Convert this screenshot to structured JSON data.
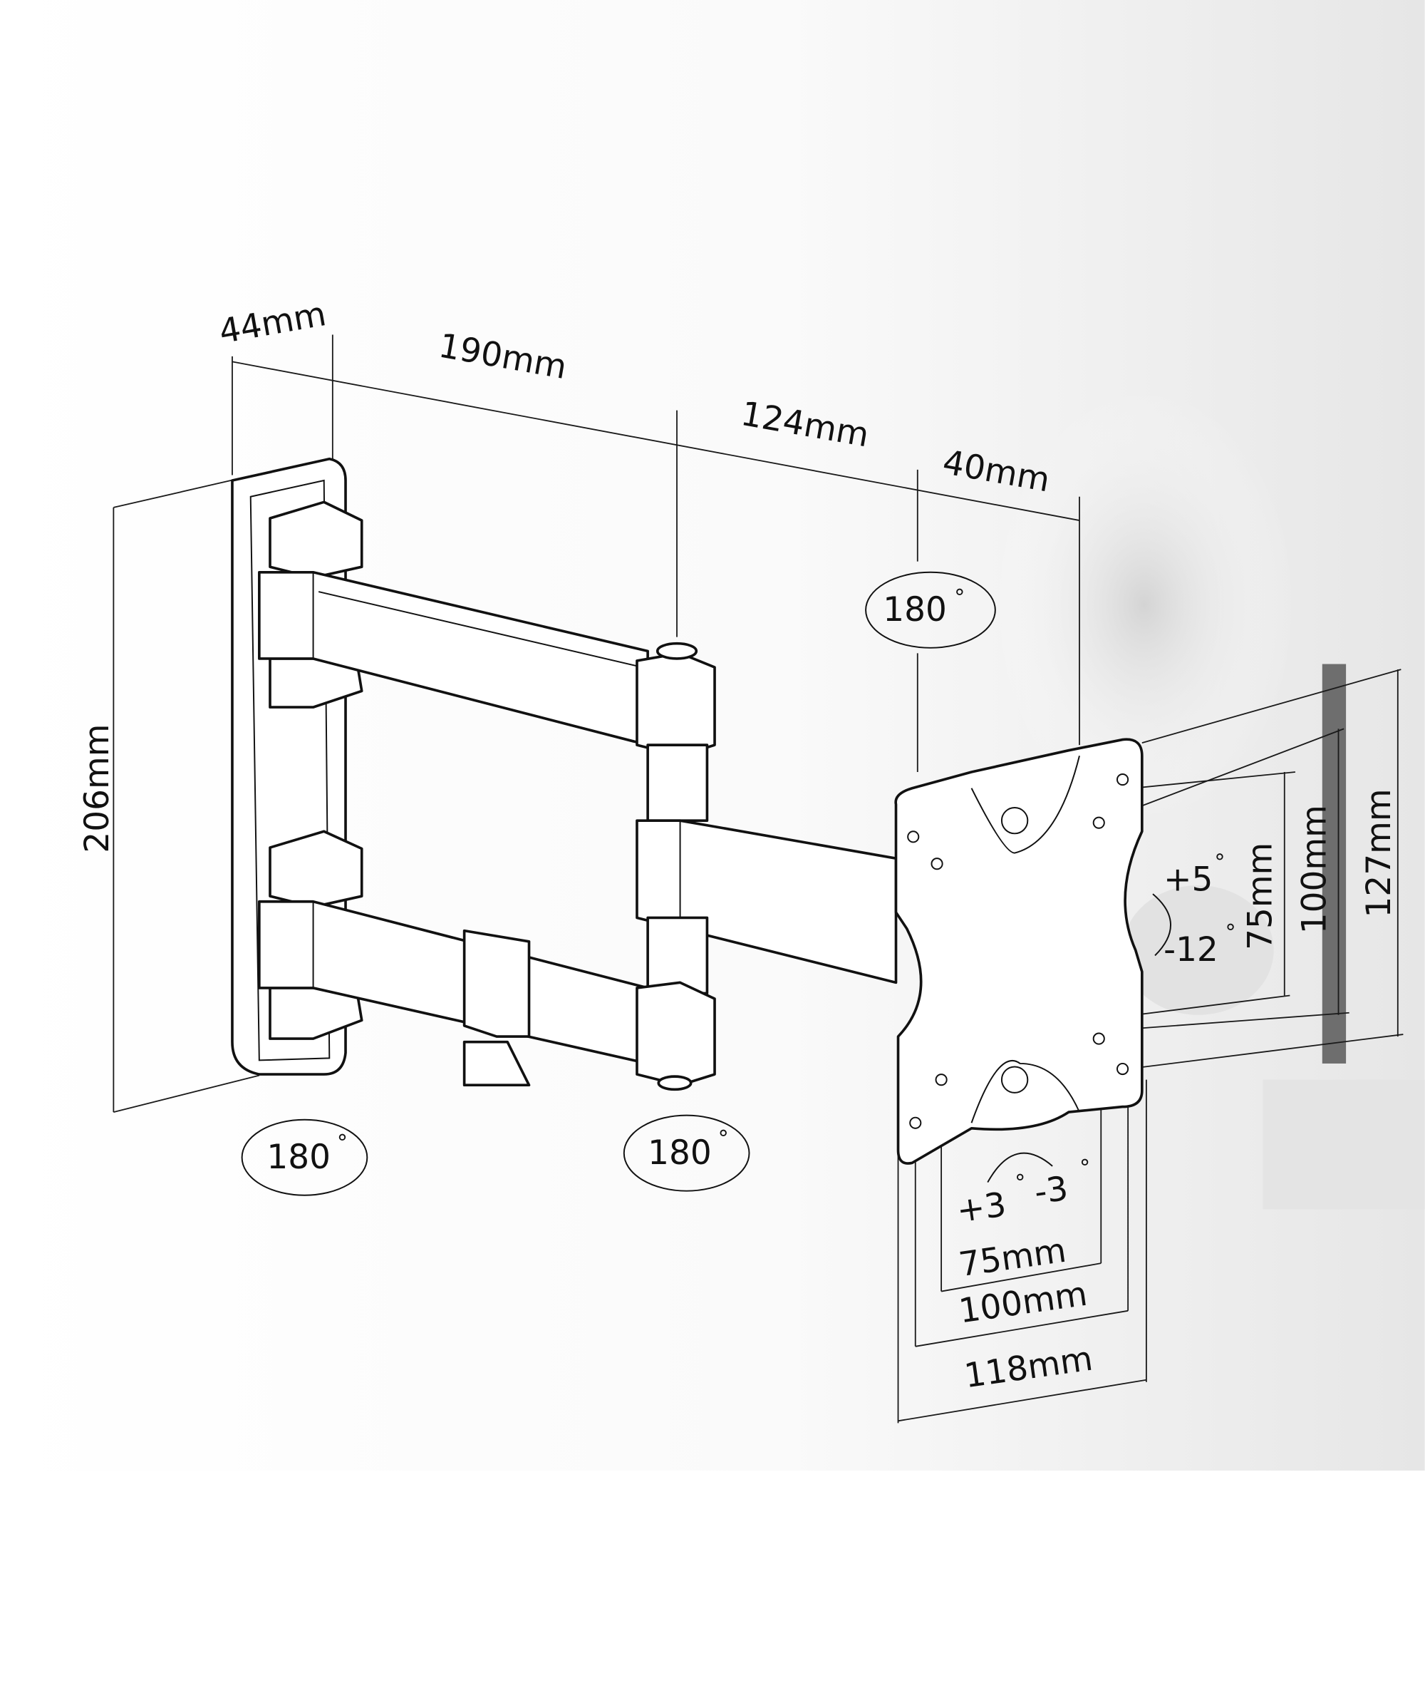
{
  "title": "Full-motion TV wall mount dimension diagram",
  "dimensions": {
    "wall_plate_depth": "44mm",
    "arm_1": "190mm",
    "arm_2": "124mm",
    "head": "40mm",
    "height": "206mm",
    "vesa_h_75": "75mm",
    "vesa_h_100": "100mm",
    "plate_width": "118mm",
    "vesa_v_75": "75mm",
    "vesa_v_100": "100mm",
    "plate_height": "127mm"
  },
  "rotations": {
    "head_swivel": "180",
    "wall_swivel": "180",
    "elbow_swivel": "180",
    "degree_symbol": "°",
    "tilt_up": "+5",
    "tilt_down": "-12",
    "rotate_plus": "+3",
    "rotate_minus": "-3"
  },
  "colors": {
    "line": "#111111",
    "background": "#ffffff",
    "photo": "#d9d9d9"
  }
}
